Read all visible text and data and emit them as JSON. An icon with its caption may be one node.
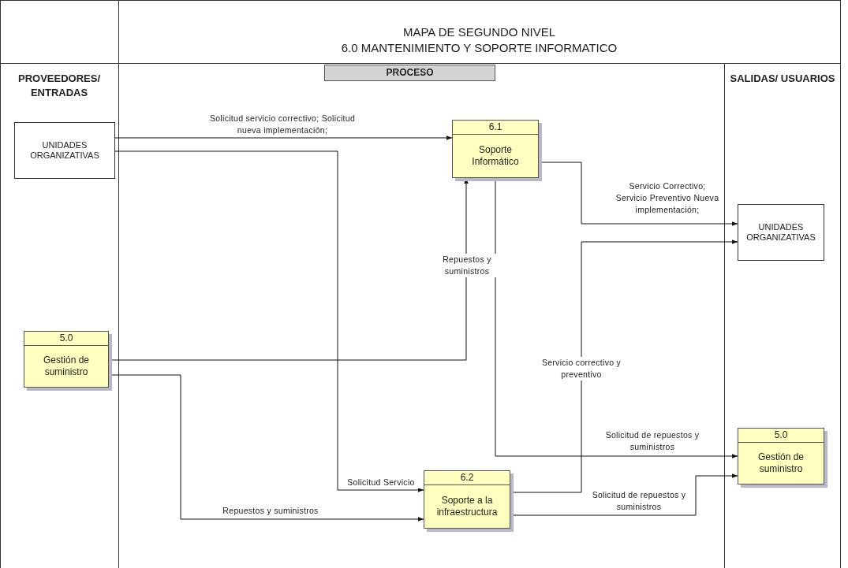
{
  "diagram": {
    "title": "MAPA DE SEGUNDO NIVEL",
    "nodes": [
      {
        "text": [
          "UNIDADES ORGANIZATIVAS"
        ]
      },
      {
        "text": [
          "5.0",
          "Gestión de suministro"
        ]
      },
      {
        "text": [
          "6.1",
          "Soporte Informático"
        ]
      },
      {
        "text": [
          "6.2",
          "Soporte a la infraestructura"
        ]
      },
      {
        "text": [
          "UNIDADES ORGANIZATIVAS"
        ]
      },
      {
        "text": [
          "5.0",
          "Gestión de suministro"
        ]
      }
    ],
    "edges": [
      {
        "from": 0,
        "to": 2,
        "arrow": "to",
        "label": "Solicitud servicio correctivo; Solicitud nueva implementación;"
      },
      {
        "from": 0,
        "to": 3,
        "arrow": "to",
        "label": "Solicitud Servicio"
      },
      {
        "from": 1,
        "to": 2,
        "arrow": "to",
        "label": "Repuestos y suministros"
      },
      {
        "from": 1,
        "to": 3,
        "arrow": "to",
        "label": "Repuestos y suministros"
      },
      {
        "from": 2,
        "to": 4,
        "arrow": "to",
        "label": "Servicio Correctivo; Servicio Preventivo Nueva implementación;"
      },
      {
        "from": 3,
        "to": 4,
        "arrow": "to",
        "label": "Servicio correctivo y preventivo"
      },
      {
        "from": 2,
        "to": 5,
        "arrow": "to",
        "label": "Solicitud de repuestos y suministros"
      },
      {
        "from": 3,
        "to": 5,
        "arrow": "to",
        "label": "Solicitud de repuestos y suministros"
      }
    ],
    "labels": [
      "6.0 MANTENIMIENTO Y SOPORTE INFORMATICO",
      "PROVEEDORES/ ENTRADAS",
      "PROCESO",
      "SALIDAS/ USUARIOS"
    ]
  }
}
